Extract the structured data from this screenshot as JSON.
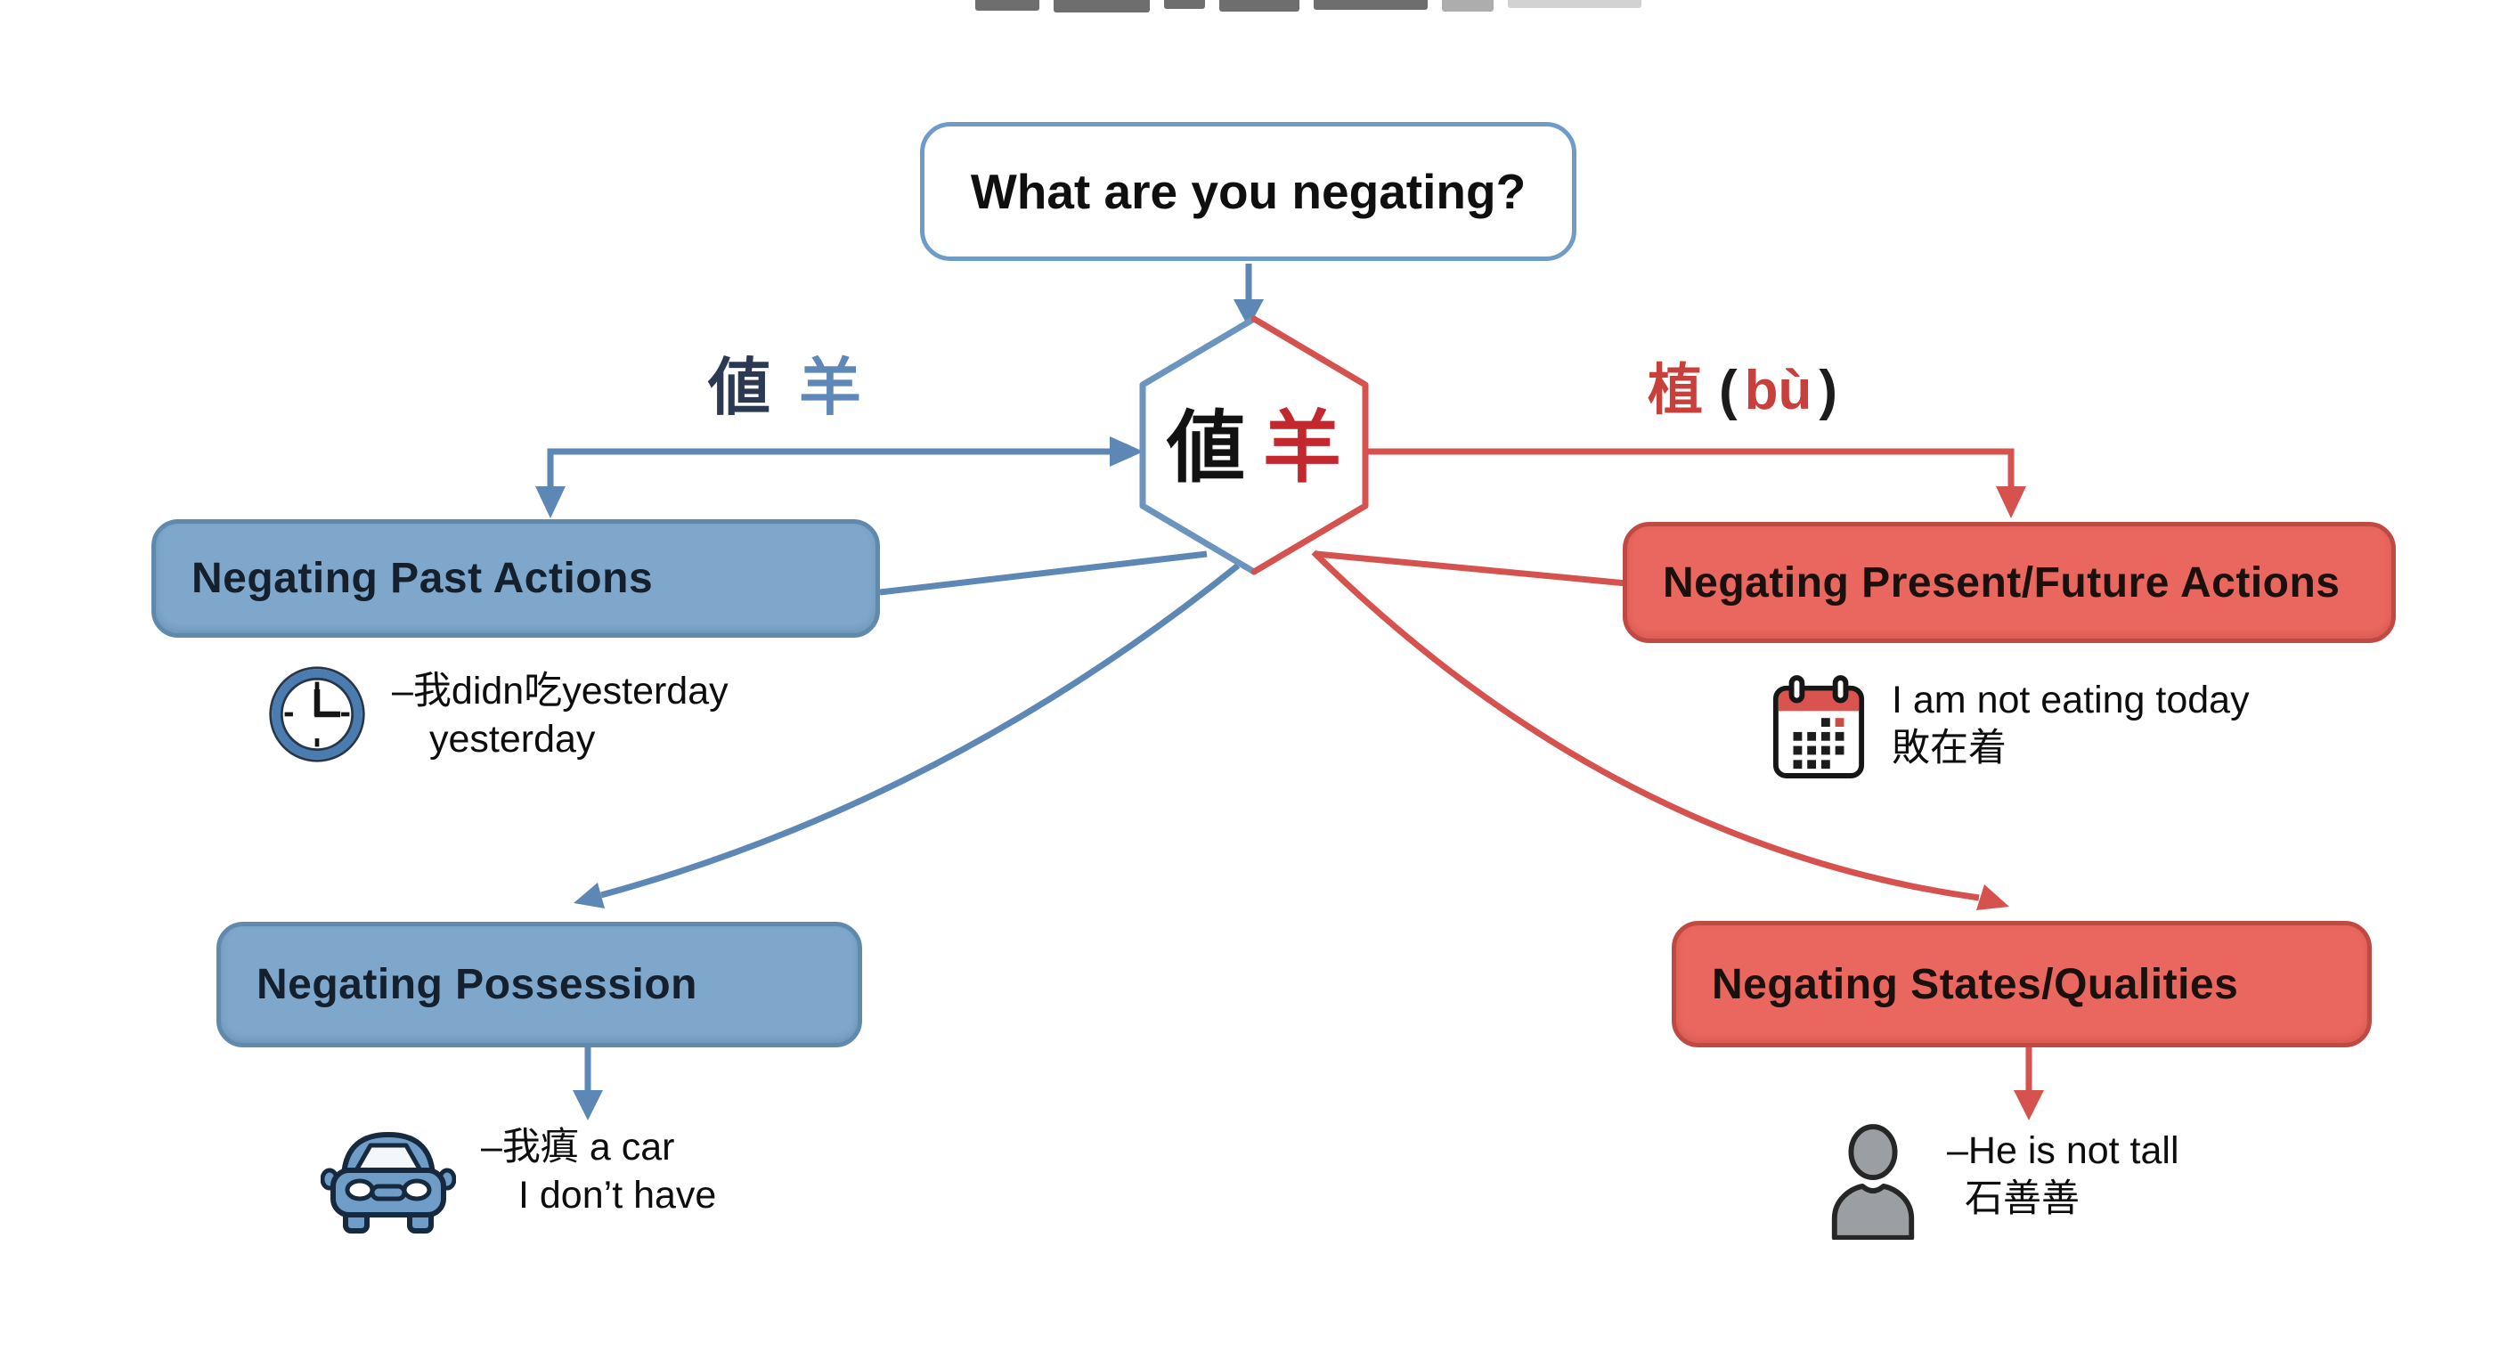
{
  "title": "What are you negating?",
  "hexagon": {
    "char_black": "値",
    "char_red": "羊"
  },
  "branches": {
    "mei": {
      "char1": "値",
      "char2": "羊"
    },
    "bu": {
      "char": "植",
      "open_paren": "(",
      "pinyin": "bù",
      "close_paren": ")"
    }
  },
  "nodes": {
    "past": {
      "label": "Negating Past Actions",
      "icon": "clock-icon",
      "example": [
        "–我didn吃yesterday",
        "yesterday"
      ]
    },
    "possession": {
      "label": "Negating Possession",
      "icon": "car-icon",
      "example": [
        "–我瘨 a car",
        "I don’t have"
      ]
    },
    "present_future": {
      "label": "Negating Present/Future Actions",
      "icon": "calendar-icon",
      "example": [
        "I am not eating today",
        "敗在着"
      ]
    },
    "states": {
      "label": "Negating States/Qualities",
      "icon": "person-icon",
      "example": [
        "–He is not tall",
        "石善善"
      ]
    }
  },
  "colors": {
    "blue_fill": "#7ea7cb",
    "blue_border": "#6089ab",
    "blue_line": "#5d87b4",
    "red_fill": "#e9675e",
    "red_border": "#bf4a43",
    "red_line": "#d5524e",
    "title_border": "#6f9cc7",
    "hex_char_black": "#121212",
    "hex_char_red": "#c2282e",
    "mei_label_dark": "#2b3a52",
    "mei_label_blue": "#5d88b8",
    "bu_label_red": "#c8403c",
    "text": "#0d0d0d"
  }
}
